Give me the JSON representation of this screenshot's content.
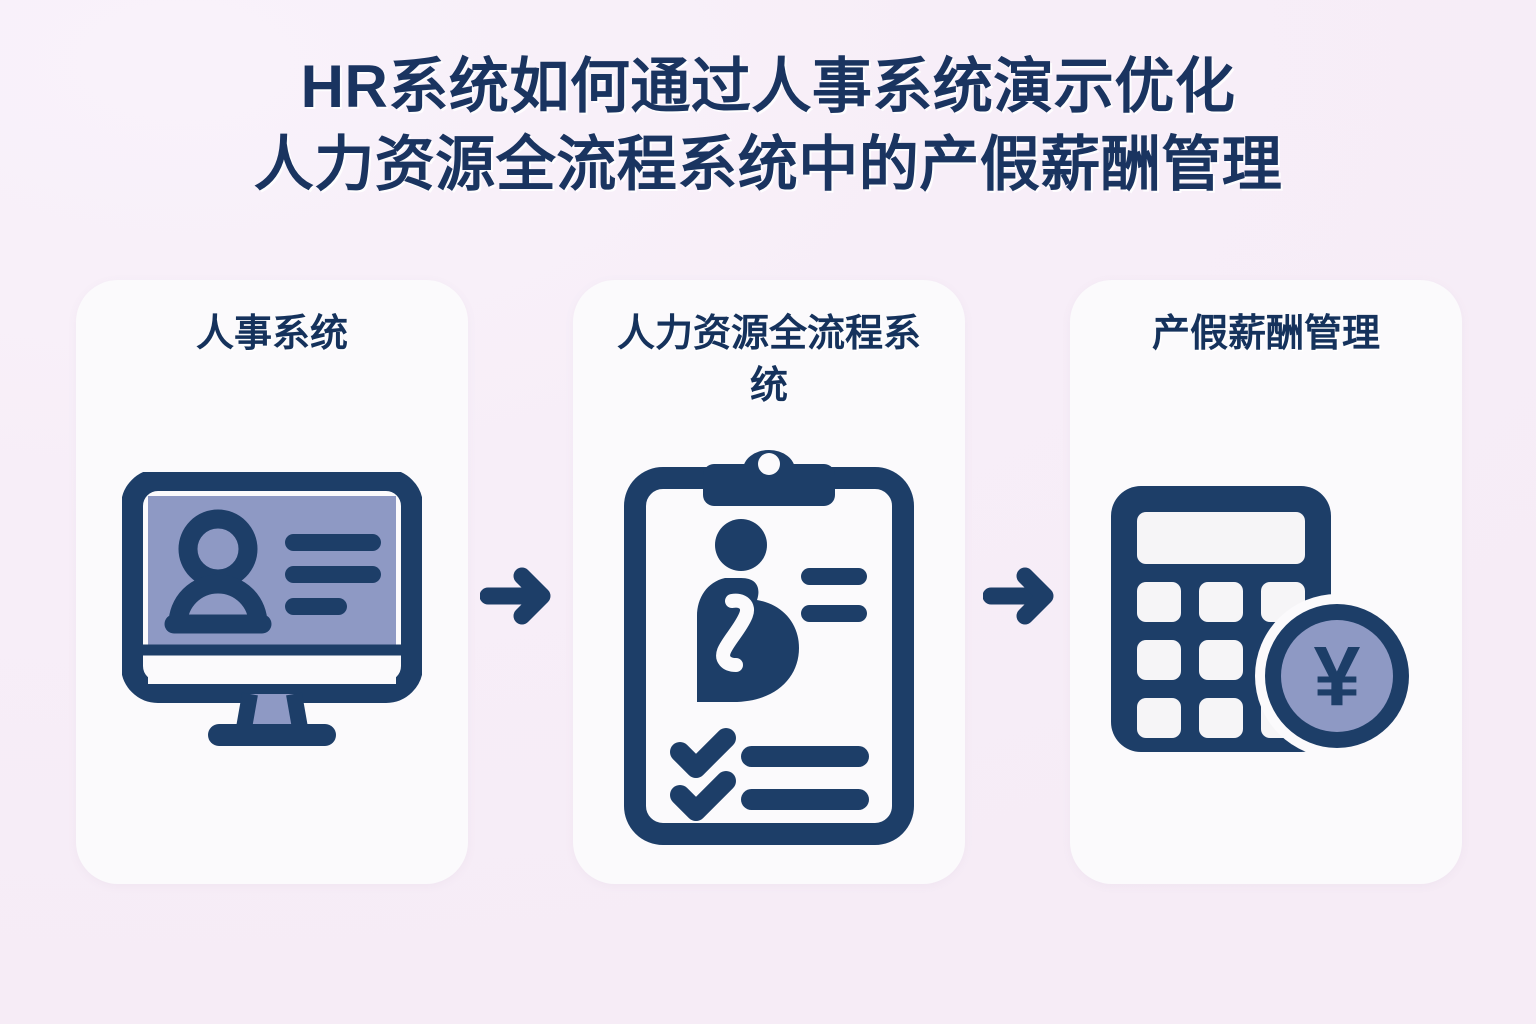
{
  "theme": {
    "background_color": "#f7eff8",
    "navy": "#1d3e68",
    "navy_dark": "#15325c",
    "periwinkle": "#8e99c4",
    "card_background": "#fbfafc",
    "title_color": "#1a3460"
  },
  "header": {
    "title_line_1": "HR系统如何通过人事系统演示优化",
    "title_line_2": "人力资源全流程系统中的产假薪酬管理"
  },
  "flow": {
    "steps": [
      {
        "id": "step-1",
        "title": "人事系统",
        "icon": "monitor-employee-record-icon"
      },
      {
        "id": "step-2",
        "title": "人力资源全流程系统",
        "icon": "clipboard-pregnancy-checklist-icon"
      },
      {
        "id": "step-3",
        "title": "产假薪酬管理",
        "icon": "calculator-yen-coin-icon"
      }
    ],
    "connectors": [
      {
        "id": "connector-1",
        "icon": "arrow-right-icon"
      },
      {
        "id": "connector-2",
        "icon": "arrow-right-icon"
      }
    ],
    "currency_symbol": "¥"
  }
}
